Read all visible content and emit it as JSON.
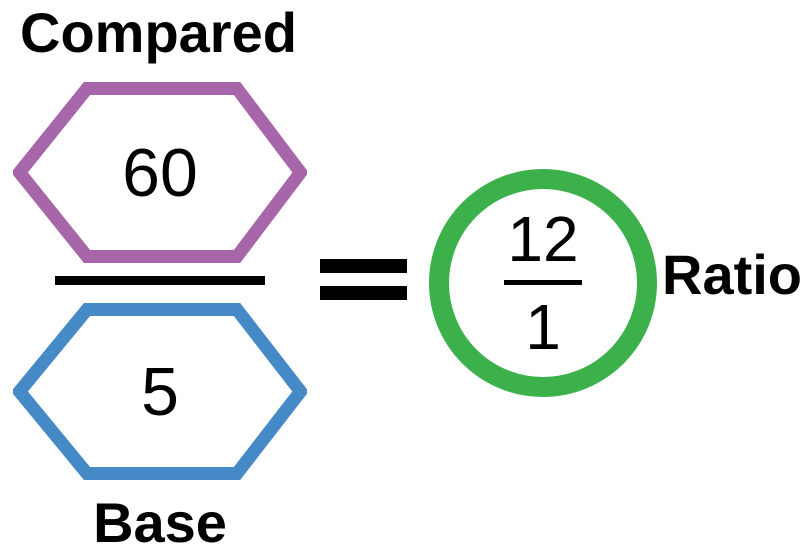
{
  "diagram": {
    "fraction": {
      "compared": {
        "label": "Compared",
        "value": "60"
      },
      "base": {
        "label": "Base",
        "value": "5"
      }
    },
    "equals": {
      "icon": "equals-icon",
      "symbol": "="
    },
    "ratio": {
      "label": "Ratio",
      "numerator": "12",
      "denominator": "1"
    }
  },
  "colors": {
    "compared_hexagon_stroke": "#A766AA",
    "base_hexagon_stroke": "#4689C7",
    "ratio_circle_stroke": "#3CB04B",
    "text": "#000000",
    "background": "#FFFFFF"
  }
}
